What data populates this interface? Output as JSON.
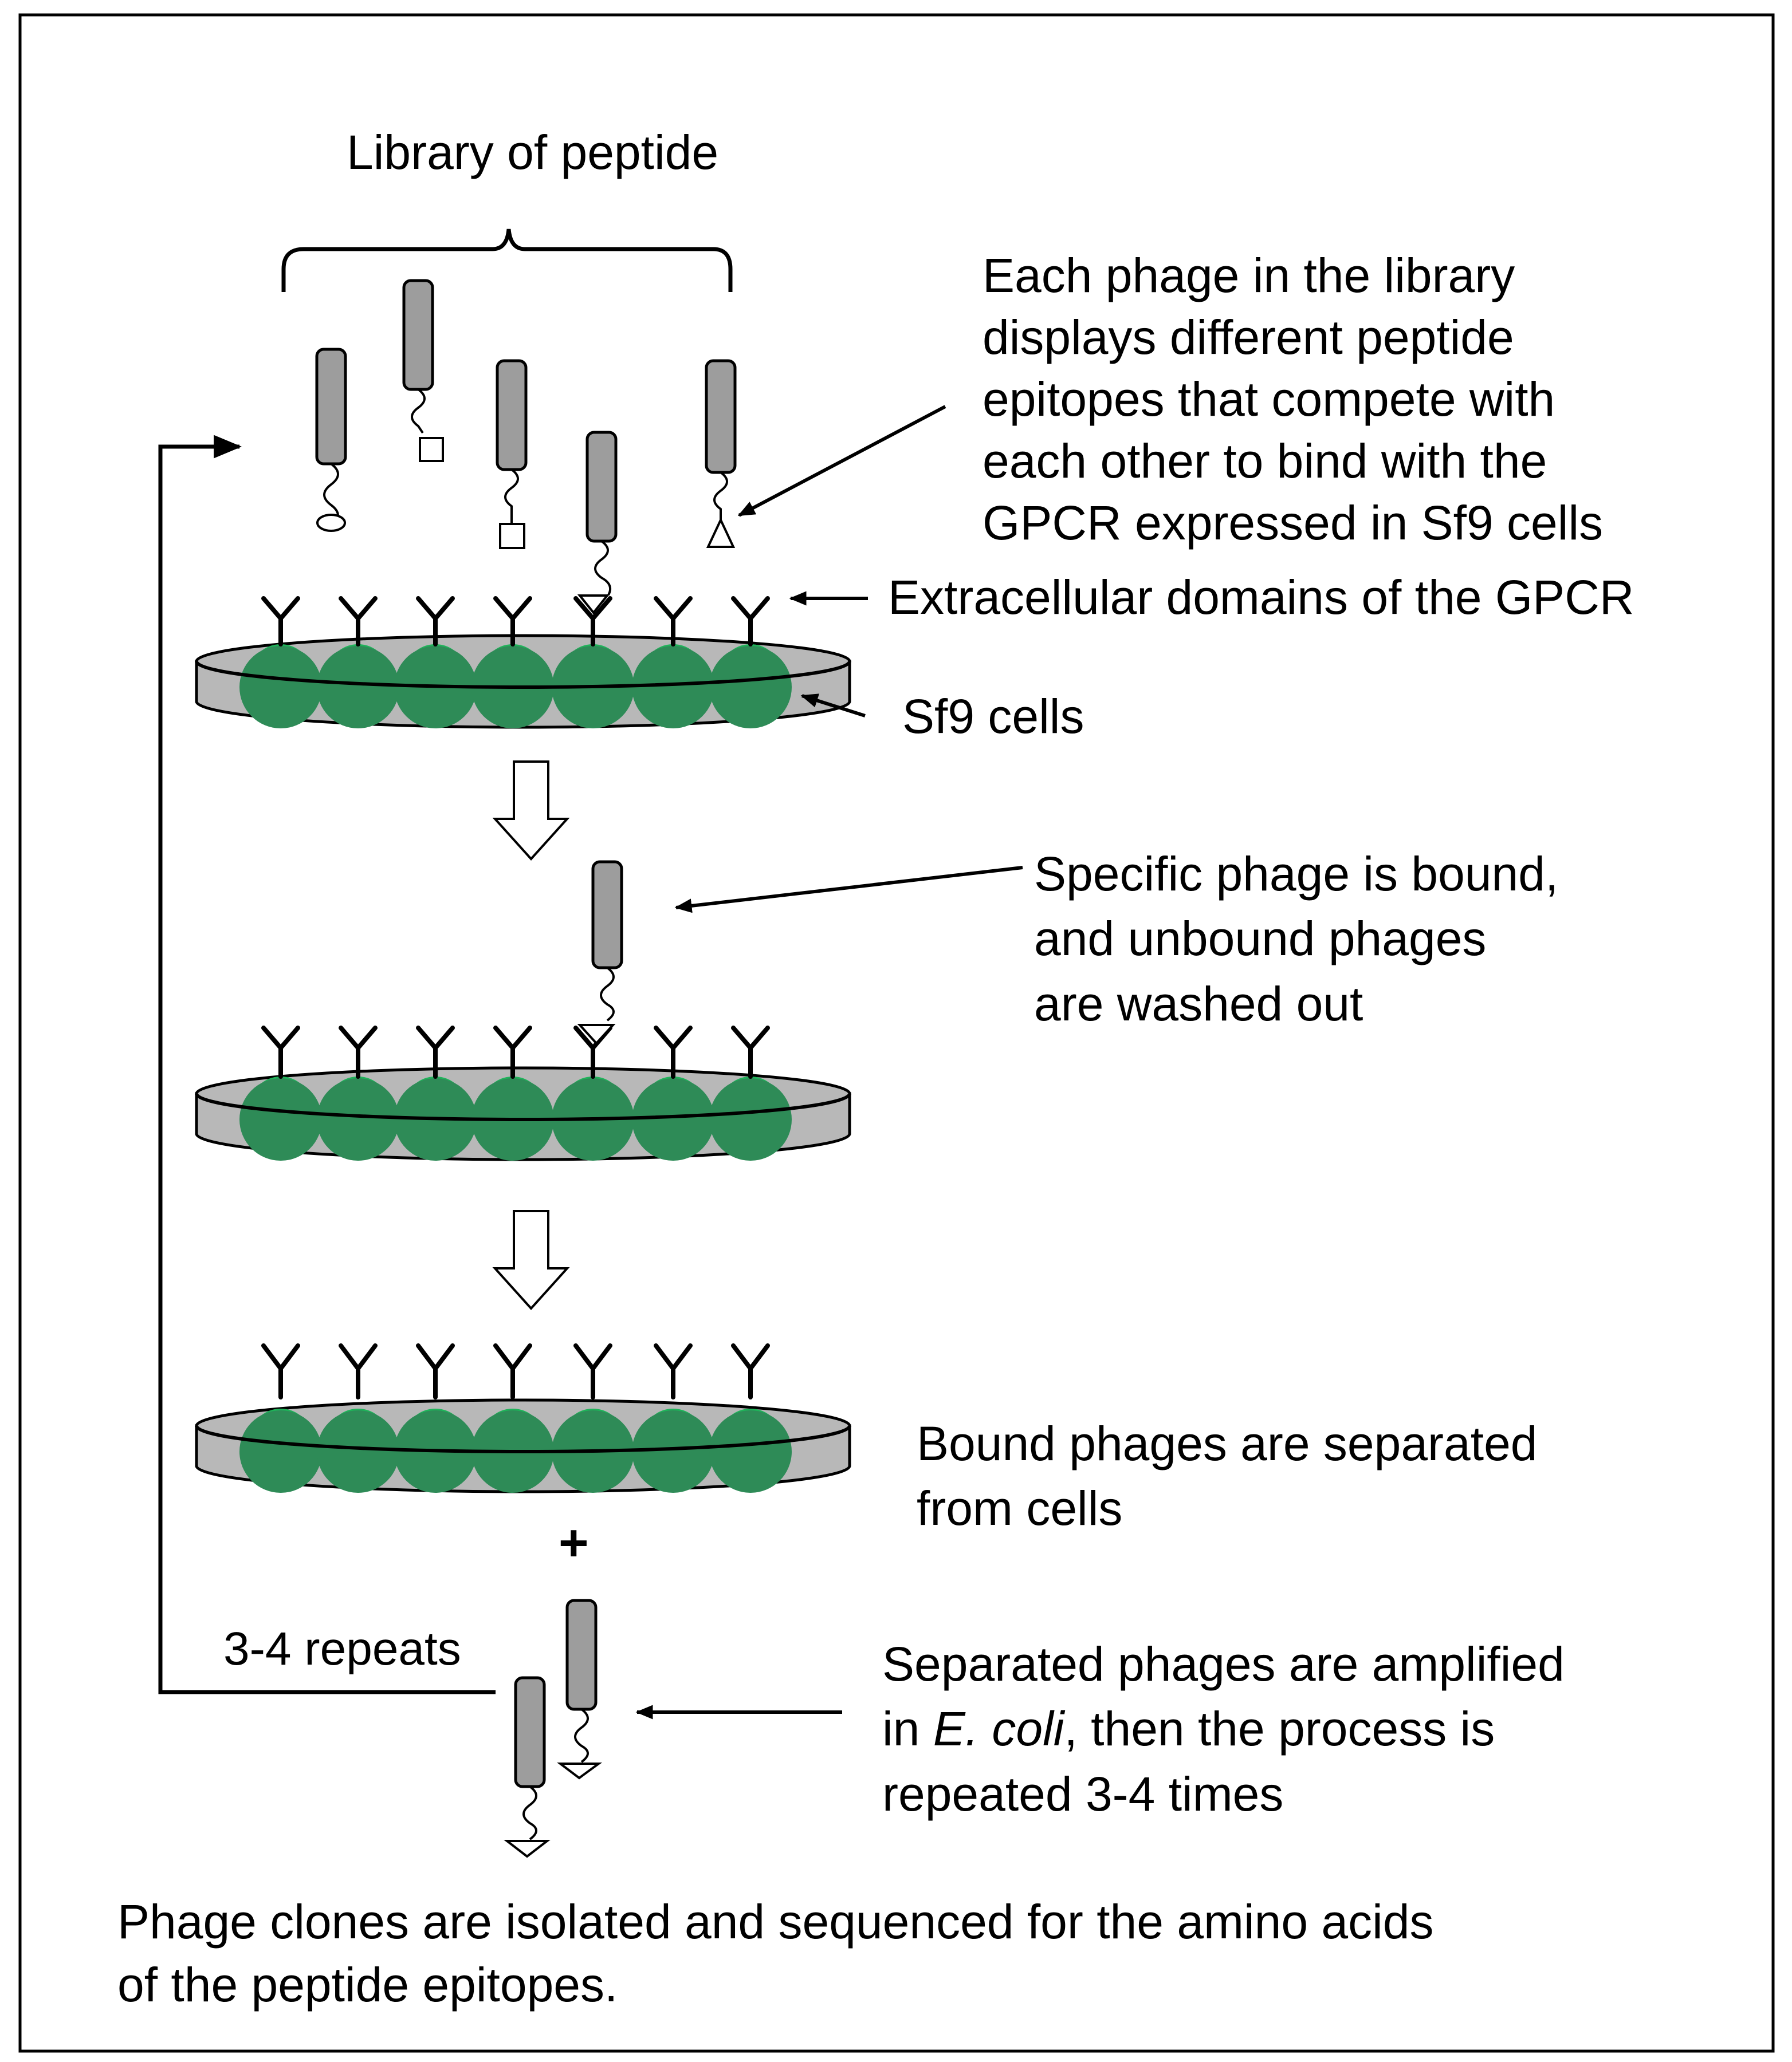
{
  "labels": {
    "library": "Library of peptide",
    "each_phage": [
      "Each phage in the library",
      "displays different peptide",
      "epitopes that compete with",
      "each other to bind with the",
      "GPCR expressed in Sf9 cells"
    ],
    "extracellular": "Extracellular domains of the GPCR",
    "sf9": "Sf9 cells",
    "specific": [
      "Specific phage is bound,",
      "and unbound  phages",
      "are washed  out"
    ],
    "bound": [
      "Bound phages are separated",
      "from cells"
    ],
    "plus": "+",
    "repeats": "3-4 repeats",
    "amplified_1": "Separated phages are amplified",
    "amplified_2_pre": "in ",
    "amplified_2_italic": "E. coli",
    "amplified_2_post": ", then the process is",
    "amplified_3": "repeated 3-4 times",
    "final": [
      "Phage clones are isolated and sequenced for the amino acids",
      "of the peptide epitopes."
    ]
  },
  "colors": {
    "phage": "#9d9d9d",
    "cells": "#2e8b57",
    "cell_highlight": "#1fb35a",
    "dish": "#b8b8b8"
  }
}
